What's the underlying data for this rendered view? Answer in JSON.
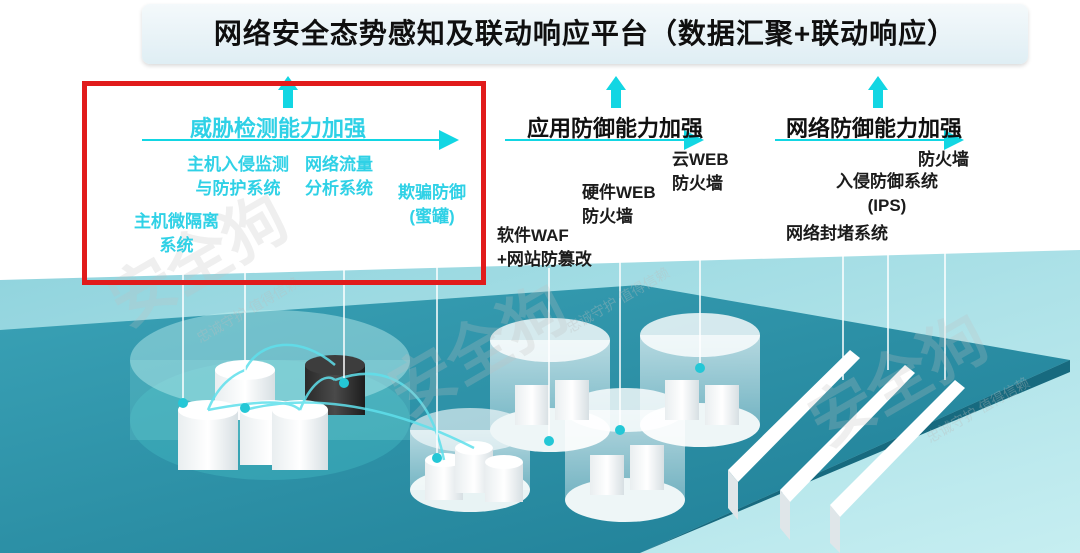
{
  "title": "网络安全态势感知及联动响应平台（数据汇聚+联动响应）",
  "sections": {
    "threat": "威胁检测能力加强",
    "application": "应用防御能力加强",
    "network": "网络防御能力加强"
  },
  "threat_labels": {
    "host_intrusion": "主机入侵监测\n与防护系统",
    "traffic": "网络流量\n分析系统",
    "micro_isolation": "主机微隔离\n系统",
    "honeypot": "欺骗防御\n(蜜罐)"
  },
  "app_labels": {
    "cloud_web_fw": "云WEB\n防火墙",
    "hw_web_fw": "硬件WEB\n防火墙",
    "soft_waf": "软件WAF\n+网站防篡改"
  },
  "net_labels": {
    "firewall": "防火墙",
    "ips": "入侵防御系统\n(IPS)",
    "block": "网络封堵系统"
  },
  "watermark": {
    "brand": "安全狗",
    "slogan": "忠诚守护 值得信赖"
  },
  "colors": {
    "accent_cyan": "#2fd1e6",
    "arrow_cyan": "#12d6e3",
    "highlight_red": "#e11b1b",
    "platform_teal": "#2a8ea3"
  }
}
